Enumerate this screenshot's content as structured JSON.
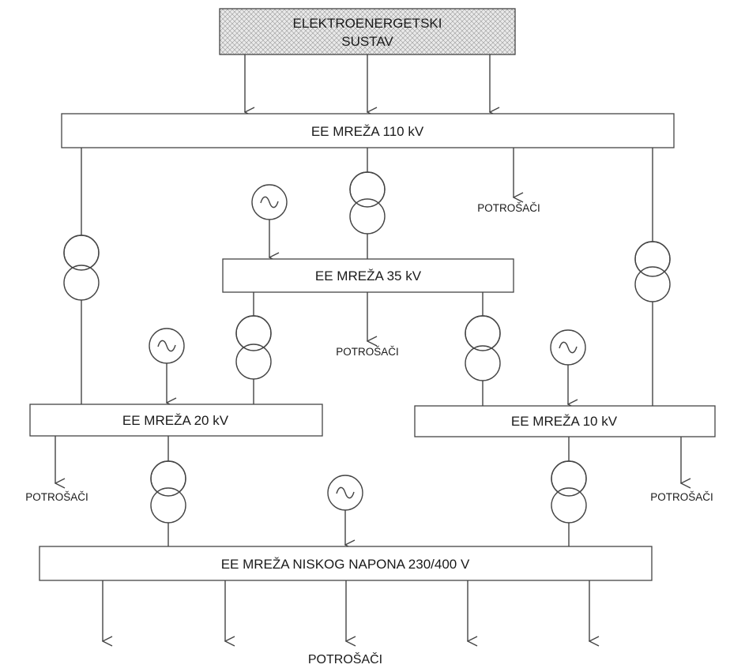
{
  "system": {
    "line1": "ELEKTROENERGETSKI",
    "line2": "SUSTAV"
  },
  "networks": {
    "n110": "EE MREŽA 110 kV",
    "n35": "EE MREŽA 35 kV",
    "n20": "EE MREŽA 20 kV",
    "n10": "EE MREŽA 10 kV",
    "lv": "EE MREŽA NISKOG NAPONA 230/400 V"
  },
  "loads": {
    "label": "POTROŠAČI"
  },
  "colors": {
    "line": "#444444",
    "hatch": "#9a9a9a",
    "text": "#1a1a1a"
  }
}
